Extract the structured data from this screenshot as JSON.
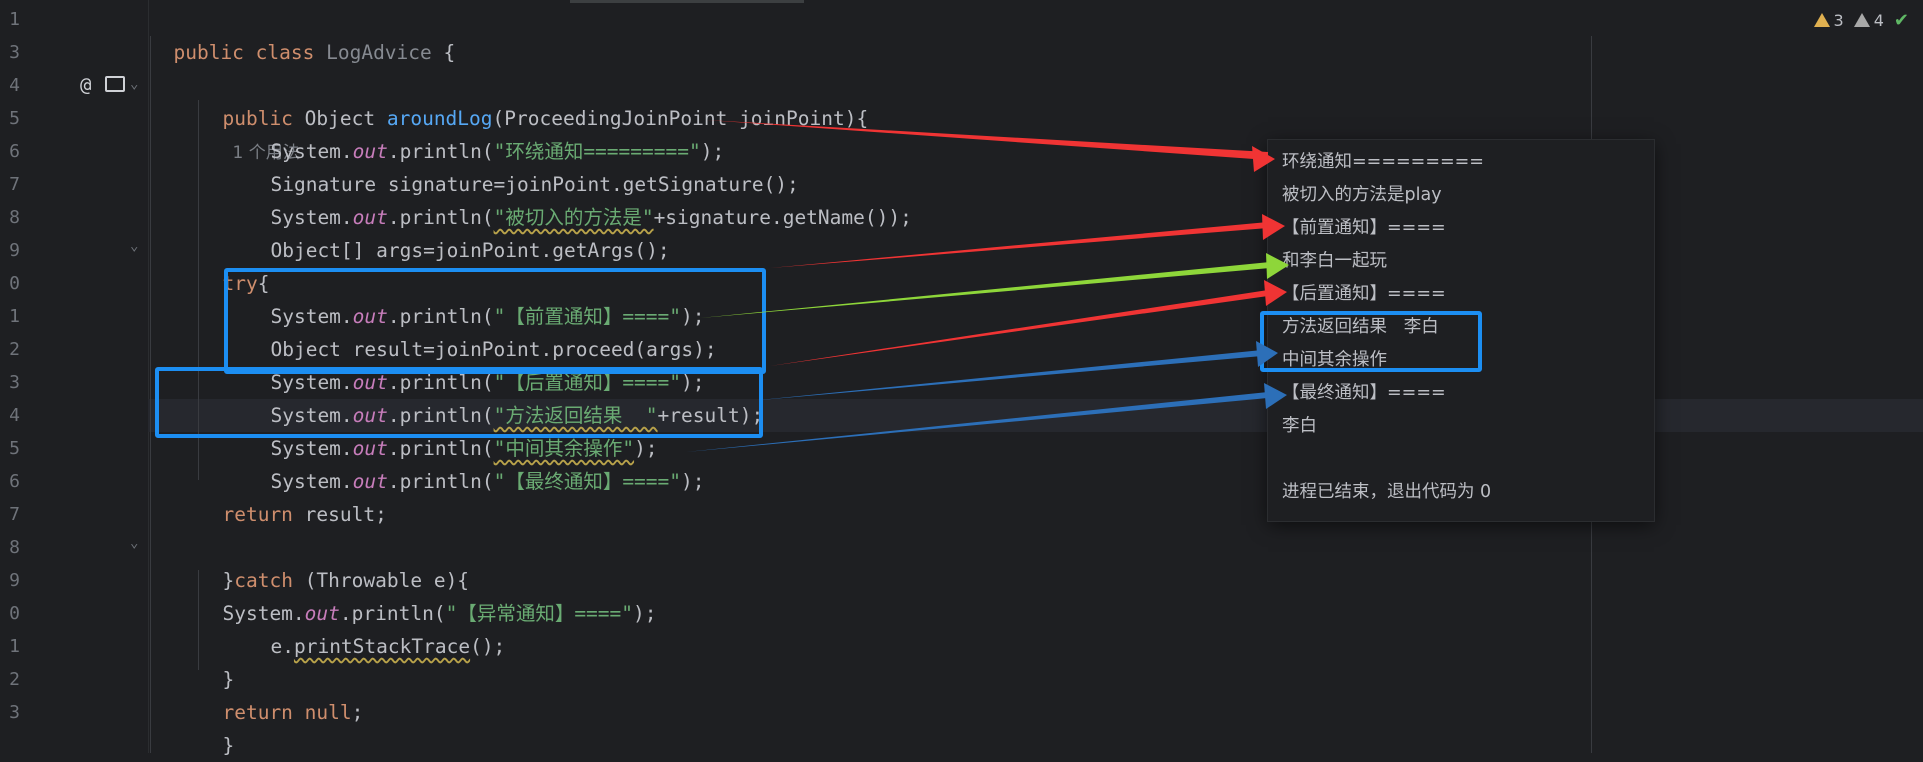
{
  "editor": {
    "line_numbers": [
      "1",
      "3",
      "4",
      "5",
      "6",
      "7",
      "8",
      "9",
      "0",
      "1",
      "2",
      "3",
      "4",
      "5",
      "6",
      "7",
      "8",
      "9",
      "0",
      "1",
      "2",
      "3"
    ],
    "lines": {
      "l1": {
        "kw1": "public class ",
        "name": "LogAdvice ",
        "brace": "{"
      },
      "l4": {
        "kw": "public ",
        "type": "Object ",
        "method": "aroundLog",
        "params": "(ProceedingJoinPoint joinPoint){",
        "hint": "1 个用法"
      },
      "l5": {
        "pre": "System.",
        "out": "out",
        "mid": ".println(",
        "str": "\"环绕通知=========\"",
        "end": ");"
      },
      "l6": {
        "text": "Signature signature=joinPoint.getSignature();"
      },
      "l7": {
        "pre": "System.",
        "out": "out",
        "mid": ".println(",
        "str": "\"被切入的方法是\"",
        "end": "+signature.getName());"
      },
      "l8": {
        "text": "Object[] args=joinPoint.getArgs();"
      },
      "l9": {
        "kw": "try",
        "end": "{"
      },
      "l10": {
        "pre": "System.",
        "out": "out",
        "mid": ".println(",
        "str": "\"【前置通知】====\"",
        "end": ");"
      },
      "l11": {
        "text": "Object result=joinPoint.proceed(args);"
      },
      "l12": {
        "pre": "System.",
        "out": "out",
        "mid": ".println(",
        "str": "\"【后置通知】====\"",
        "end": ");"
      },
      "l13": {
        "pre": "System.",
        "out": "out",
        "mid": ".println(",
        "str": "\"方法返回结果  \"",
        "end": "+result);"
      },
      "l14": {
        "pre": "System.",
        "out": "out",
        "mid": ".println(",
        "str": "\"中间其余操作\"",
        "end": ");"
      },
      "l15": {
        "pre": "System.",
        "out": "out",
        "mid": ".println(",
        "str": "\"【最终通知】====\"",
        "end": ");"
      },
      "l16": {
        "kw": "return ",
        "end": "result;"
      },
      "l18": {
        "pre": "}",
        "kw": "catch ",
        "end": "(Throwable e){"
      },
      "l19": {
        "pre": "System.",
        "out": "out",
        "mid": ".println(",
        "str": "\"【异常通知】====\"",
        "end": ");"
      },
      "l20": {
        "pre": "e.",
        "call": "printStackTrace",
        "end": "();"
      },
      "l21": {
        "text": "}"
      },
      "l22": {
        "kw": "return ",
        "kw2": "null",
        "end": ";"
      },
      "l23": {
        "text": "}"
      }
    }
  },
  "inspections": {
    "warnings": "3",
    "weak_warnings": "4"
  },
  "console": {
    "lines": [
      "环绕通知=========",
      "被切入的方法是play",
      "【前置通知】====",
      "和李白一起玩",
      "【后置通知】====",
      "方法返回结果   李白",
      "中间其余操作",
      "【最终通知】====",
      "李白",
      "",
      "进程已结束，退出代码为 0"
    ]
  },
  "colors": {
    "red_arrow": "#f03434",
    "green_arrow": "#8ed63a",
    "blue_arrow": "#2c6fb8",
    "box_outline": "#1c8ef2"
  }
}
